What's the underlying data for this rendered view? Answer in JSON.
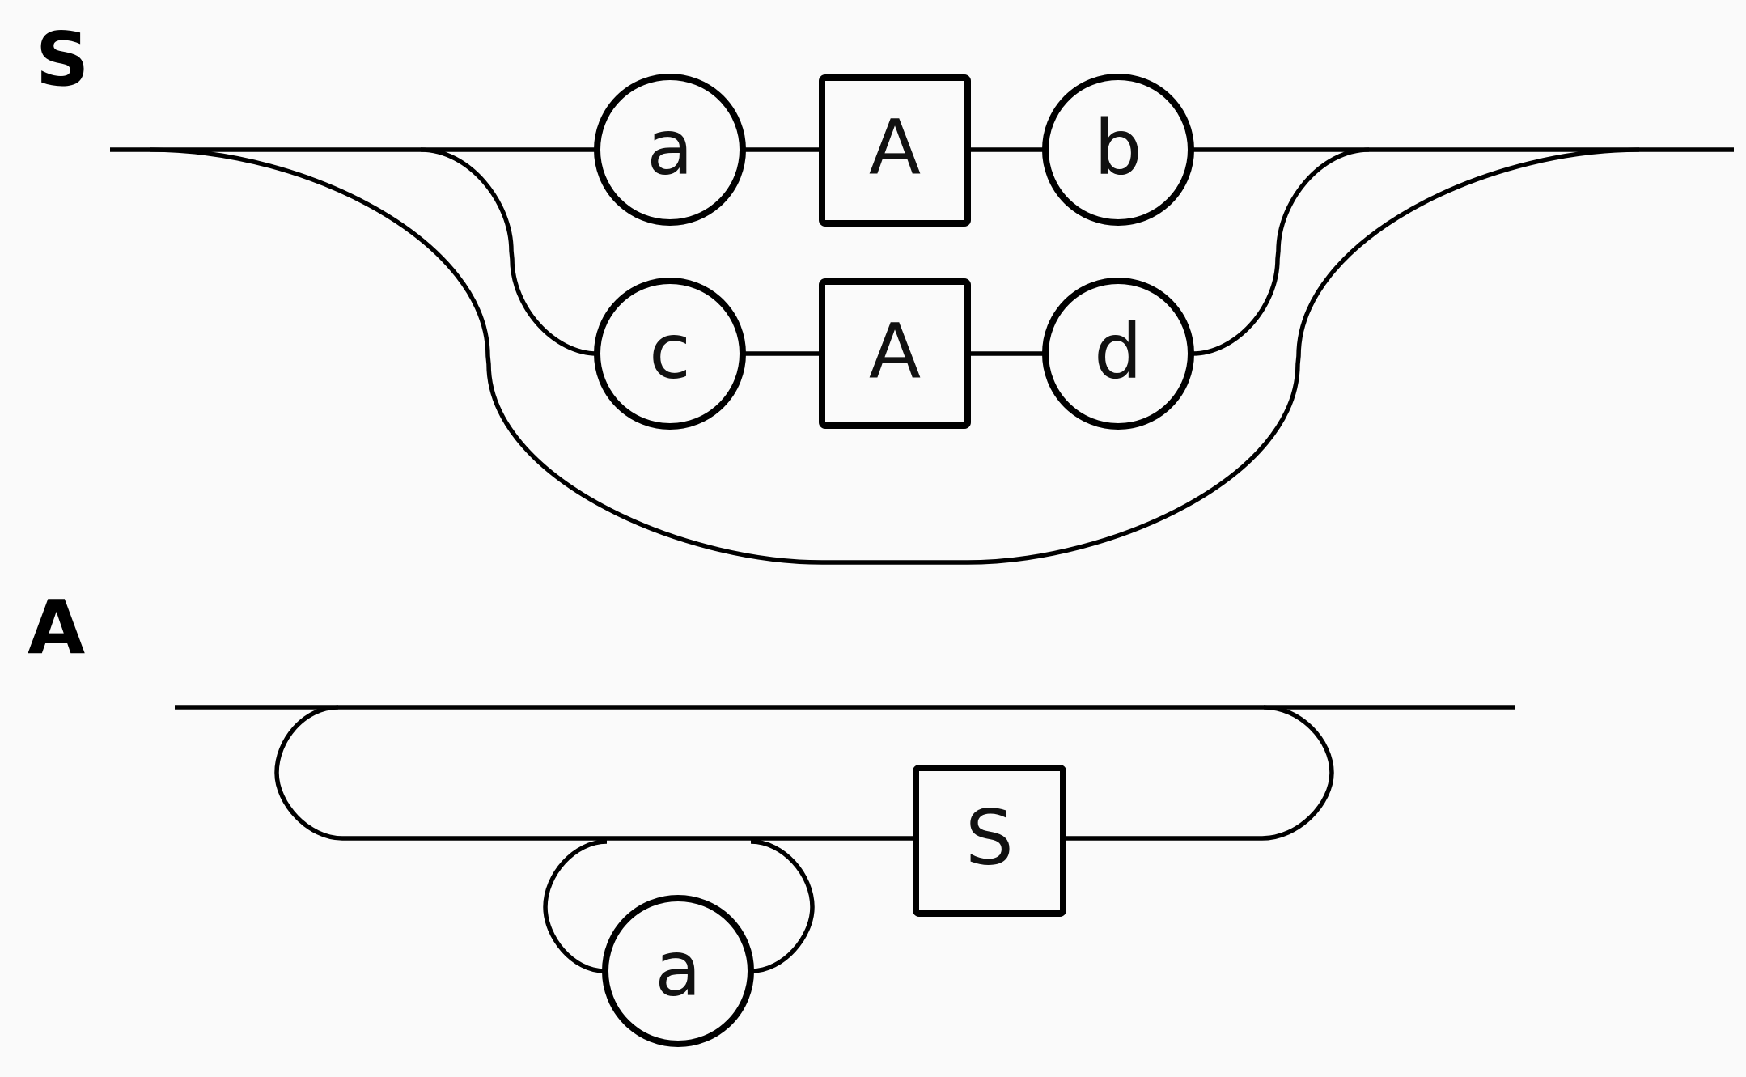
{
  "rules": [
    {
      "name": "S",
      "nodes": [
        {
          "id": "s-a",
          "kind": "terminal",
          "label": "a"
        },
        {
          "id": "s-A1",
          "kind": "nonterminal",
          "label": "A"
        },
        {
          "id": "s-b",
          "kind": "terminal",
          "label": "b"
        },
        {
          "id": "s-c",
          "kind": "terminal",
          "label": "c"
        },
        {
          "id": "s-A2",
          "kind": "nonterminal",
          "label": "A"
        },
        {
          "id": "s-d",
          "kind": "terminal",
          "label": "d"
        }
      ]
    },
    {
      "name": "A",
      "nodes": [
        {
          "id": "a-a",
          "kind": "terminal",
          "label": "a"
        },
        {
          "id": "a-S",
          "kind": "nonterminal",
          "label": "S"
        }
      ]
    }
  ]
}
